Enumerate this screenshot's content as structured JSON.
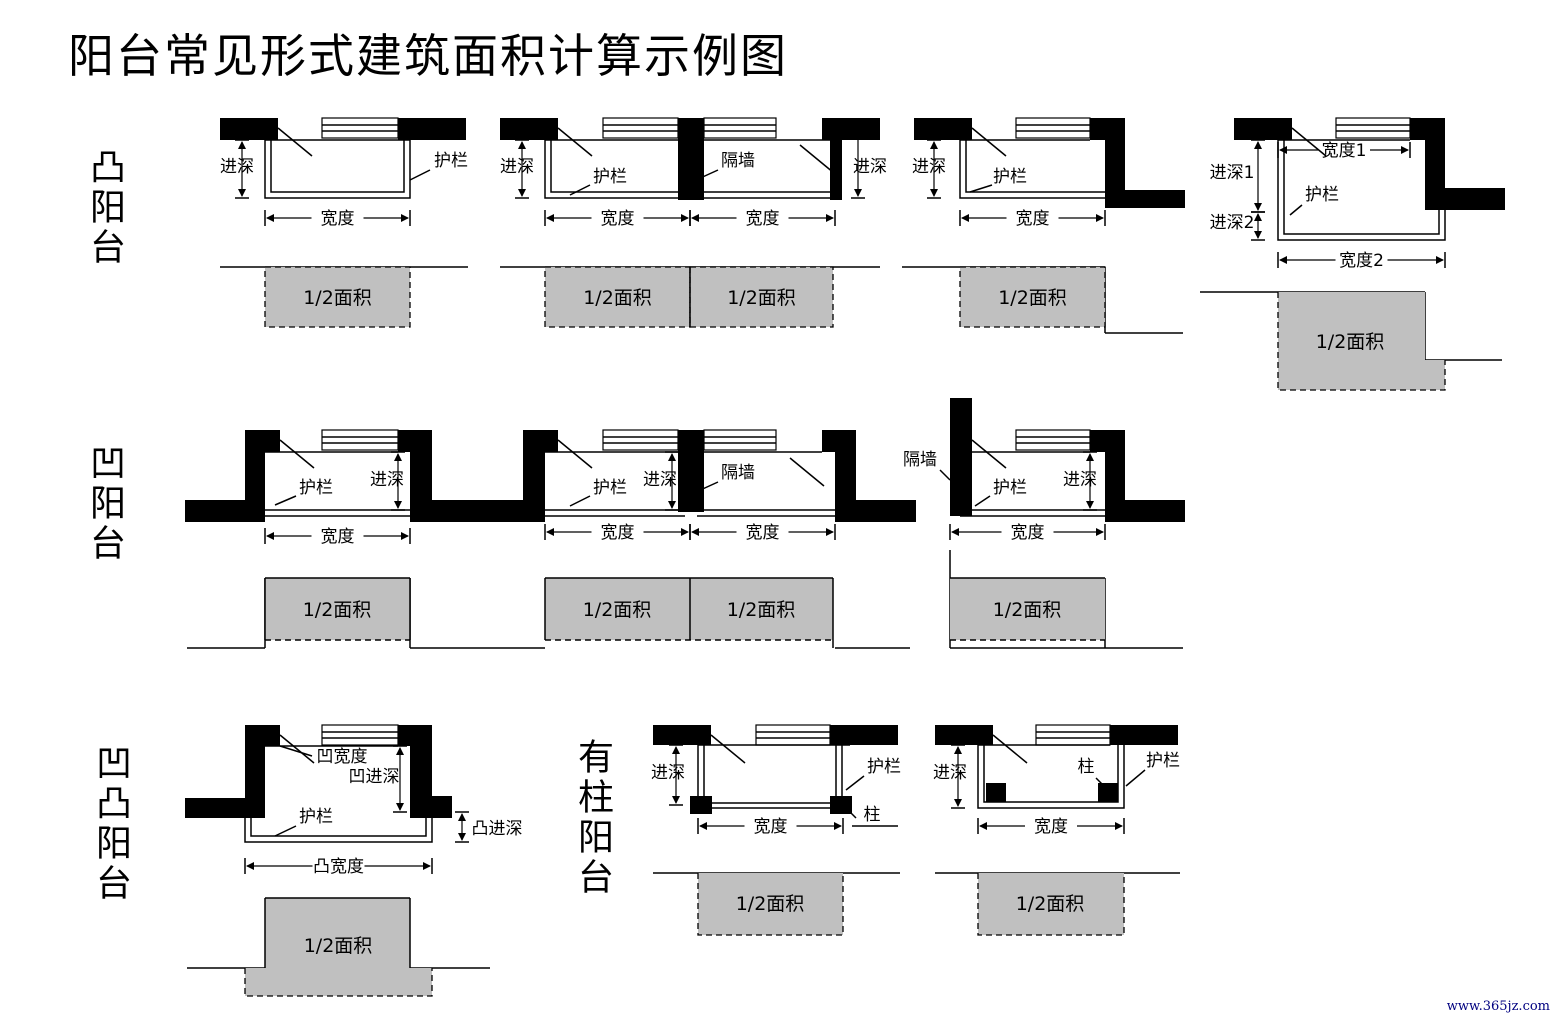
{
  "title": "阳台常见形式建筑面积计算示例图",
  "watermark": "www.365jz.com",
  "row_labels": {
    "convex": "凸阳台",
    "concave": "凹阳台",
    "mixed": "凹凸阳台",
    "column": "有柱阳台"
  },
  "labels": {
    "depth": "进深",
    "depth1": "进深1",
    "depth2": "进深2",
    "width": "宽度",
    "width1": "宽度1",
    "width2": "宽度2",
    "railing": "护栏",
    "partition": "隔墙",
    "half_area": "1/2面积",
    "concave_width": "凹宽度",
    "concave_depth": "凹进深",
    "convex_width": "凸宽度",
    "convex_depth": "凸进深",
    "column": "柱"
  },
  "colors": {
    "wall": "#000000",
    "area_fill": "#c0c0c0",
    "line": "#000000",
    "watermark": "#000080"
  }
}
